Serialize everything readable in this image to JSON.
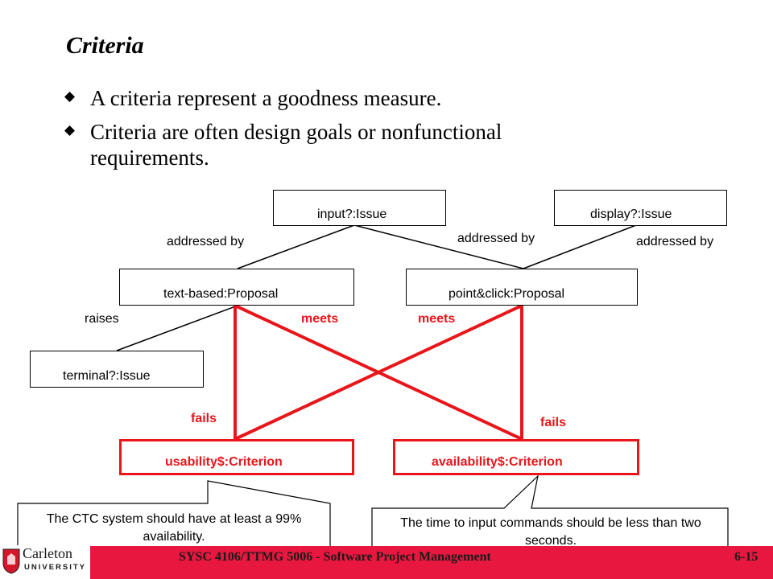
{
  "slide": {
    "title": "Criteria",
    "bullets": [
      "A criteria represent a goodness measure.",
      "Criteria are often design goals or nonfunctional requirements."
    ]
  },
  "diagram": {
    "nodes": {
      "input_issue": "input?:Issue",
      "display_issue": "display?:Issue",
      "text_proposal": "text-based:Proposal",
      "point_proposal": "point&click:Proposal",
      "terminal_issue": "terminal?:Issue",
      "usability_criterion": "usability$:Criterion",
      "availability_criterion": "availability$:Criterion"
    },
    "edge_labels": {
      "addressed_by_1": "addressed by",
      "addressed_by_2": "addressed by",
      "addressed_by_3": "addressed by",
      "raises": "raises",
      "meets_1": "meets",
      "meets_2": "meets",
      "fails_1": "fails",
      "fails_2": "fails"
    },
    "callouts": {
      "left": "The CTC system should have at least a 99% availability.",
      "right": "The time to input commands should be less than two seconds."
    }
  },
  "footer": {
    "course": "SYSC 4106/TTMG 5006 - Software Project Management",
    "page": "6-15",
    "logo_name": "Carleton",
    "logo_sub": "UNIVERSITY"
  },
  "colors": {
    "accent_red": "#e8161b",
    "footer_bar": "#e8173f"
  }
}
